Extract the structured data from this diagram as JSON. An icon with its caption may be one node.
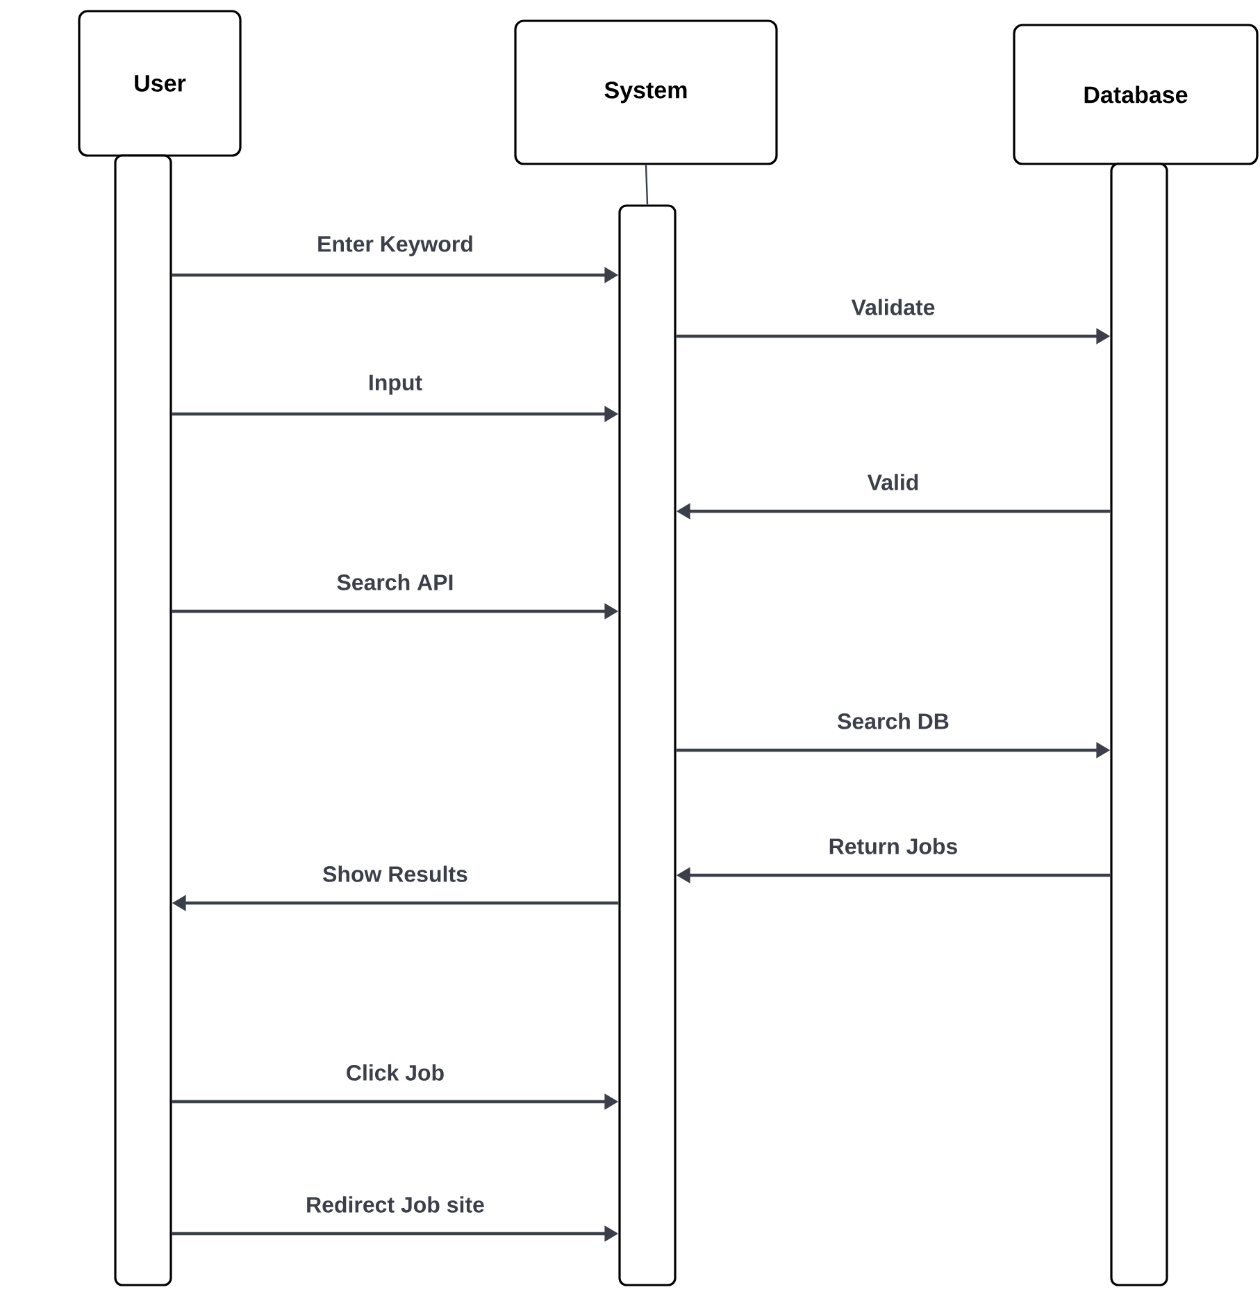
{
  "diagram": {
    "nodes": [
      {
        "text": [
          "User"
        ]
      },
      {
        "text": [
          "System"
        ]
      },
      {
        "text": [
          "Database"
        ]
      },
      {
        "text": [],
        "shape": "bar"
      },
      {
        "text": [],
        "shape": "bar"
      },
      {
        "text": [],
        "shape": "bar"
      }
    ],
    "edges": [
      {
        "from": 1,
        "to": 4,
        "arrow": "none"
      },
      {
        "from": 3,
        "to": 4,
        "arrow": "to",
        "label": "Enter Keyword"
      },
      {
        "from": 4,
        "to": 5,
        "arrow": "to",
        "label": "Validate"
      },
      {
        "from": 3,
        "to": 4,
        "arrow": "to",
        "label": "Input"
      },
      {
        "from": 5,
        "to": 4,
        "arrow": "to",
        "label": "Valid"
      },
      {
        "from": 3,
        "to": 4,
        "arrow": "to",
        "label": "Search API"
      },
      {
        "from": 4,
        "to": 5,
        "arrow": "to",
        "label": "Search DB"
      },
      {
        "from": 5,
        "to": 4,
        "arrow": "to",
        "label": "Return Jobs"
      },
      {
        "from": 4,
        "to": 3,
        "arrow": "to",
        "label": "Show Results"
      },
      {
        "from": 3,
        "to": 4,
        "arrow": "to",
        "label": "Click Job"
      },
      {
        "from": 3,
        "to": 4,
        "arrow": "to",
        "label": "Redirect Job site"
      }
    ]
  }
}
